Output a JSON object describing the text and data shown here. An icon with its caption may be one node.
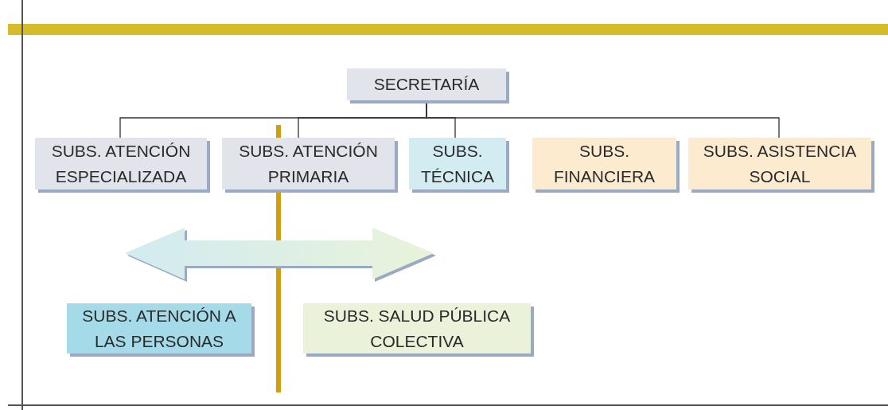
{
  "diagram": {
    "nodes": [
      {
        "text": [
          "SECRETARÍA"
        ]
      },
      {
        "text": [
          "SUBS. ATENCIÓN ESPECIALIZADA"
        ]
      },
      {
        "text": [
          "SUBS. ATENCIÓN PRIMARIA"
        ]
      },
      {
        "text": [
          "SUBS. TÉCNICA"
        ]
      },
      {
        "text": [
          "SUBS. FINANCIERA"
        ]
      },
      {
        "text": [
          "SUBS. ASISTENCIA SOCIAL"
        ]
      },
      {
        "text": [
          "SUBS. ATENCIÓN A LAS PERSONAS"
        ]
      },
      {
        "text": [
          "SUBS. SALUD PÚBLICA COLECTIVA"
        ]
      }
    ],
    "edges": [
      {
        "from": 0,
        "to": 1,
        "arrow": "none"
      },
      {
        "from": 0,
        "to": 2,
        "arrow": "none"
      },
      {
        "from": 0,
        "to": 3,
        "arrow": "none"
      },
      {
        "from": 0,
        "to": 5,
        "arrow": "none"
      }
    ]
  }
}
